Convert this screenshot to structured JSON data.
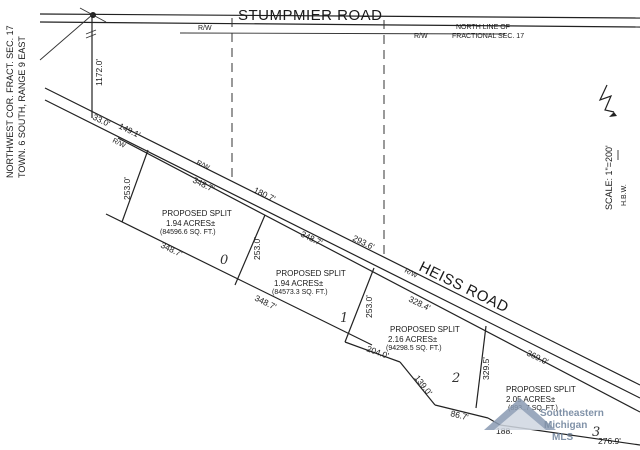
{
  "roads": {
    "north": "STUMPMIER ROAD",
    "south": "HEISS ROAD"
  },
  "right_of_way": "R/W",
  "north_line_note": [
    "NORTH LINE OF",
    "FRACTIONAL SEC. 17"
  ],
  "corner_note": [
    "NORTHWEST COR. FRACT. SEC. 17",
    "TOWN. 6 SOUTH, RANGE 9 EAST"
  ],
  "scale": "SCALE: 1\"=200'",
  "north_arrow_label": "H.B.W.",
  "dimensions": {
    "west_line": "1172.0'",
    "road_offset": "33.0'",
    "frontage_a": "149.1'",
    "frontage_b": "180.7'",
    "frontage_c": "293.6'",
    "frontage_d": "369.0'",
    "parcel_a_north": "348.7'",
    "parcel_a_south": "348.7'",
    "parcel_a_side": "253.0'",
    "parcel_b_north": "348.7'",
    "parcel_b_south": "348.7'",
    "parcel_b_side": "253.0'",
    "parcel_c_north": "328.4'",
    "parcel_c_side": "253.0'",
    "parcel_c_south": "204.0'",
    "diag": "139.0'",
    "step": "86.7'",
    "parcel_d_side": "329.5'",
    "parcel_d_south_a": "188.",
    "parcel_d_south_b": "276.9'"
  },
  "parcels": [
    {
      "title": "PROPOSED SPLIT",
      "acres": "1.94 ACRES±",
      "sqft": "(84596.6 SQ. FT.)",
      "mark": "0"
    },
    {
      "title": "PROPOSED SPLIT",
      "acres": "1.94 ACRES±",
      "sqft": "(84573.3 SQ. FT.)",
      "mark": "1"
    },
    {
      "title": "PROPOSED SPLIT",
      "acres": "2.16 ACRES±",
      "sqft": "(94298.5 SQ. FT.)",
      "mark": "2"
    },
    {
      "title": "PROPOSED SPLIT",
      "acres": "2.05 ACRES±",
      "sqft": "(893..7 SQ. FT.)",
      "mark": "3"
    }
  ],
  "watermark": [
    "Southeastern",
    "Michigan",
    "MLS"
  ]
}
